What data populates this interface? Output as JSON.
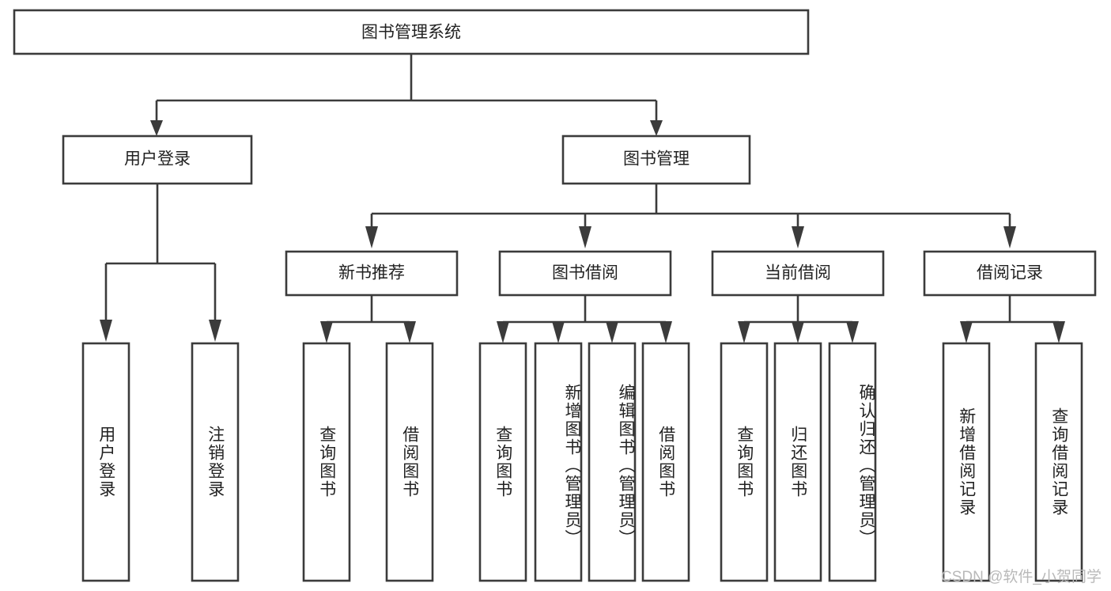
{
  "diagram": {
    "title": "图书管理系统",
    "type": "tree",
    "watermark": "CSDN @软件_小贺同学",
    "colors": {
      "stroke": "#3b3b3b",
      "fill": "#ffffff",
      "text": "#222222",
      "watermark": "#b9b9b9",
      "background": "#ffffff"
    },
    "root": {
      "label": "图书管理系统"
    },
    "level2": [
      {
        "label": "用户登录"
      },
      {
        "label": "图书管理"
      }
    ],
    "level3": [
      {
        "label": "新书推荐"
      },
      {
        "label": "图书借阅"
      },
      {
        "label": "当前借阅"
      },
      {
        "label": "借阅记录"
      }
    ],
    "leaves": {
      "user_login": [
        {
          "label": "用户登录"
        },
        {
          "label": "注销登录"
        }
      ],
      "new_book_recommend": [
        {
          "label": "查询图书"
        },
        {
          "label": "借阅图书"
        }
      ],
      "book_borrow": [
        {
          "label": "查询图书"
        },
        {
          "label": "新增图书（管理员）"
        },
        {
          "label": "编辑图书（管理员）"
        },
        {
          "label": "借阅图书"
        }
      ],
      "current_borrow": [
        {
          "label": "查询图书"
        },
        {
          "label": "归还图书"
        },
        {
          "label": "确认归还（管理员）"
        }
      ],
      "borrow_record": [
        {
          "label": "新增借阅记录"
        },
        {
          "label": "查询借阅记录"
        }
      ]
    }
  }
}
